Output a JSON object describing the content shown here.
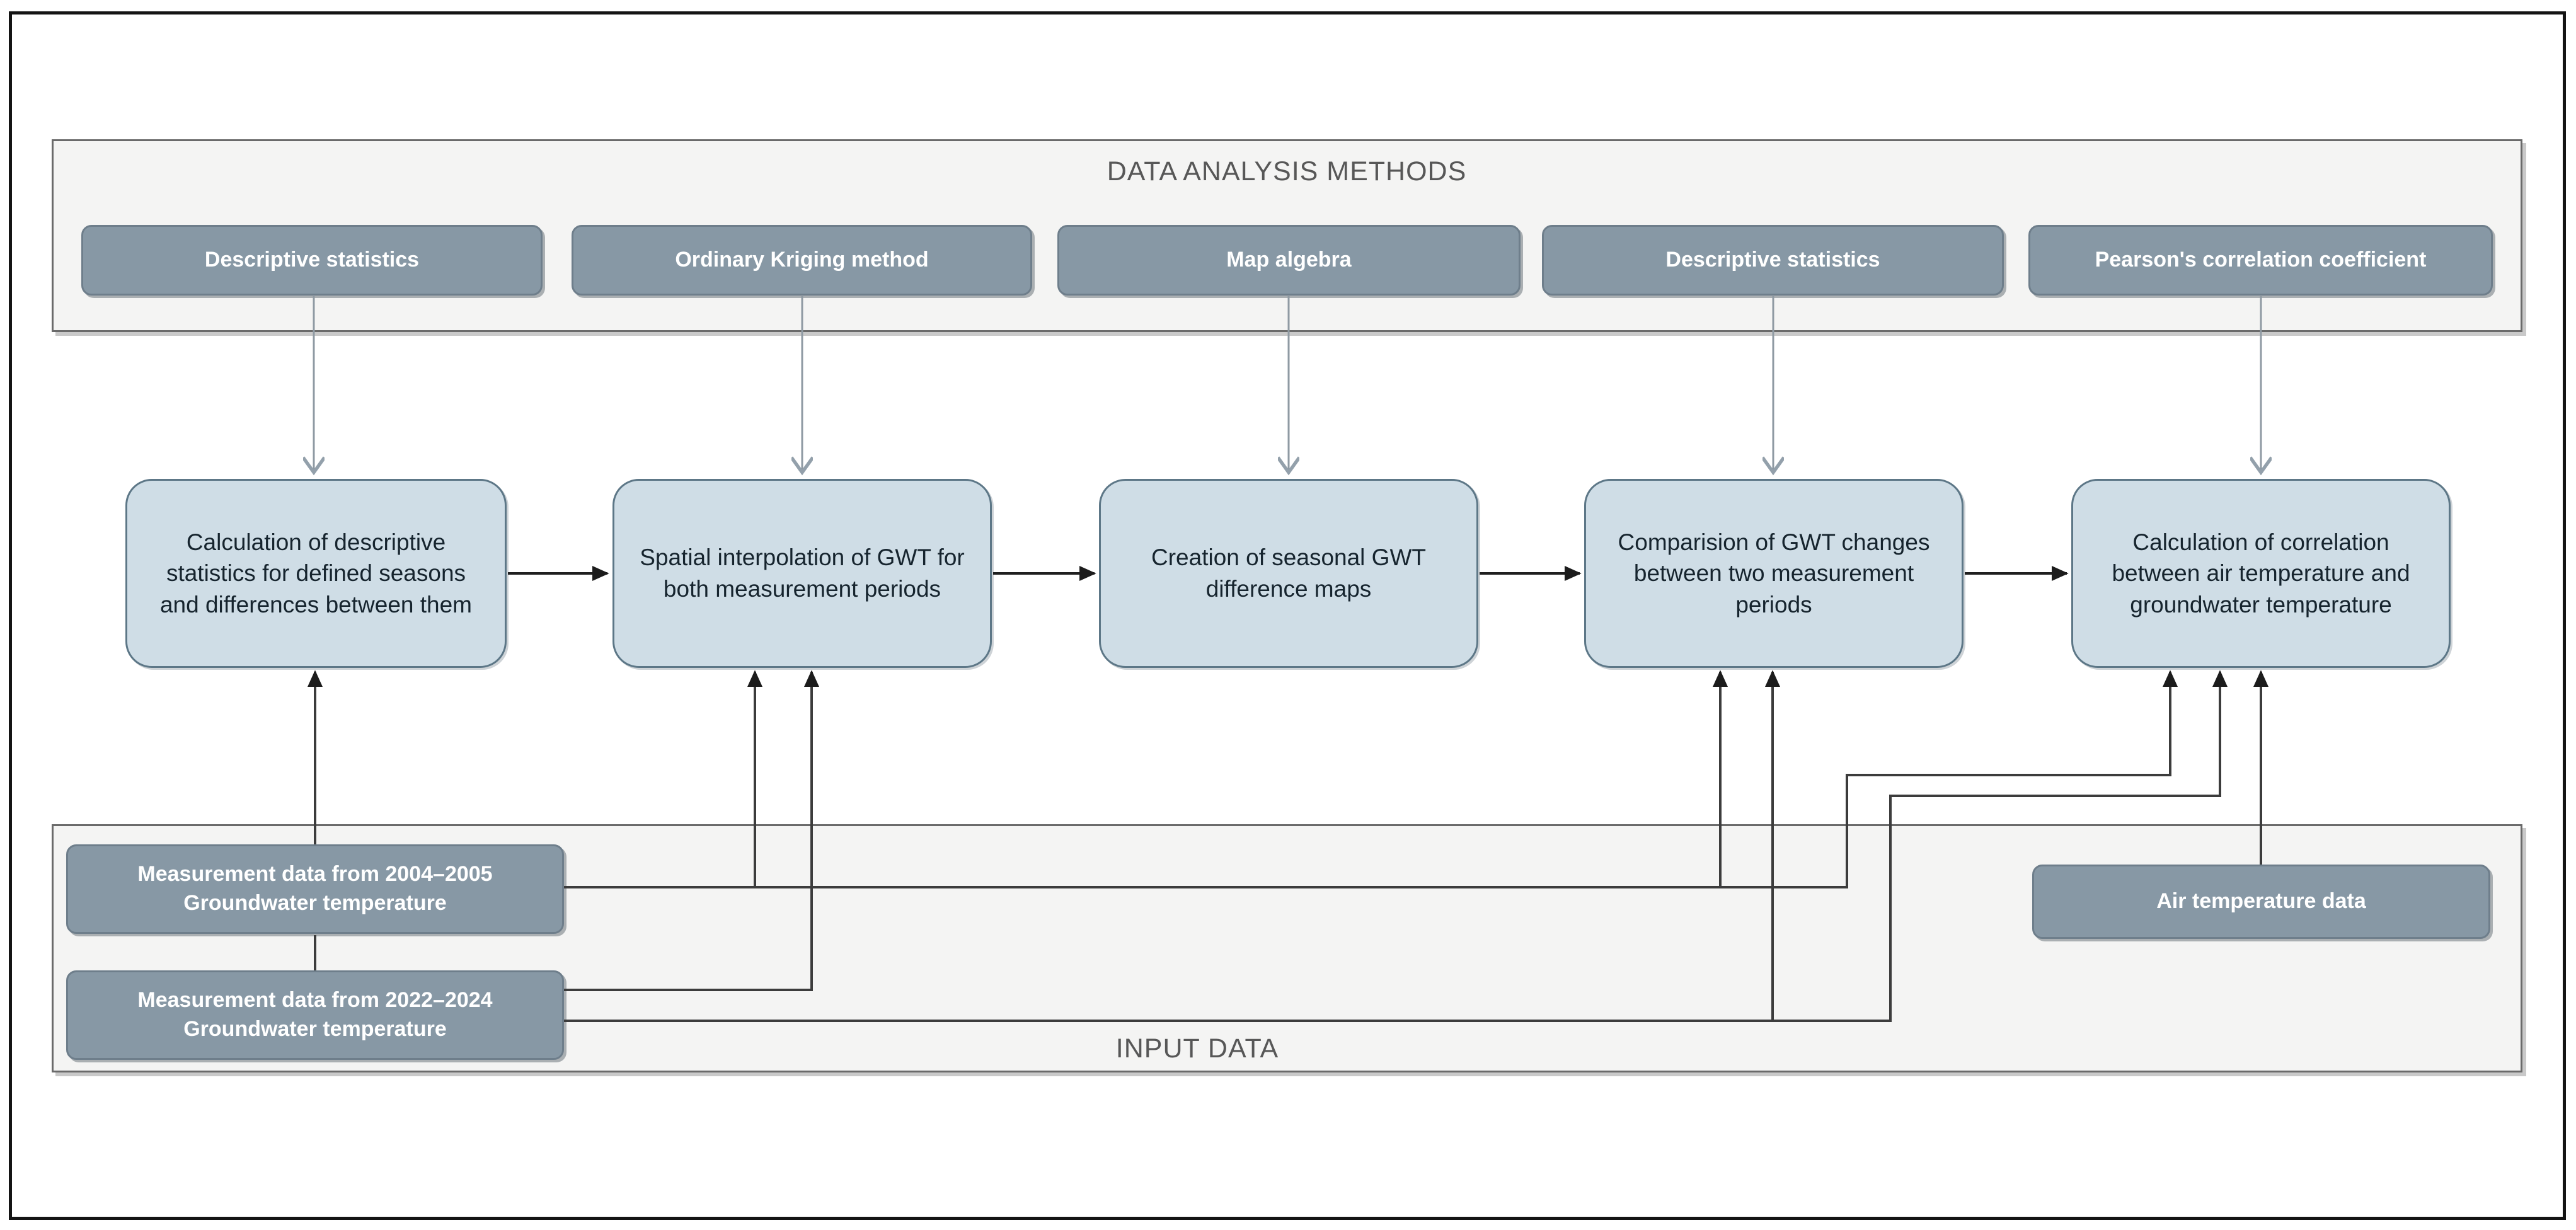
{
  "methods_panel": {
    "title": "DATA ANALYSIS METHODS",
    "boxes": [
      "Descriptive statistics",
      "Ordinary Kriging method",
      "Map algebra",
      "Descriptive statistics",
      "Pearson's correlation coefficient"
    ]
  },
  "process_row": {
    "boxes": [
      "Calculation of descriptive statistics for defined seasons and differences between them",
      "Spatial interpolation of GWT for both measurement periods",
      "Creation of seasonal GWT difference maps",
      "Comparision of GWT changes between two measurement periods",
      "Calculation of correlation between air temperature and groundwater temperature"
    ]
  },
  "input_panel": {
    "title": "INPUT DATA",
    "gwt_boxes": [
      {
        "line1": "Measurement data from 2004–2005",
        "line2": "Groundwater temperature"
      },
      {
        "line1": "Measurement data from 2022–2024",
        "line2": "Groundwater temperature"
      }
    ],
    "air_box_label": "Air temperature data"
  },
  "colors": {
    "method_box_fill": "#8798a5",
    "method_box_border": "#6e7e8b",
    "process_box_fill": "#cfdde6",
    "process_box_border": "#5d7787",
    "panel_background": "#f4f4f3",
    "panel_border": "#6a6a6a",
    "section_title_text": "#575757",
    "flow_line": "#3c3c3c",
    "method_arrow": "#8f9aa3"
  }
}
